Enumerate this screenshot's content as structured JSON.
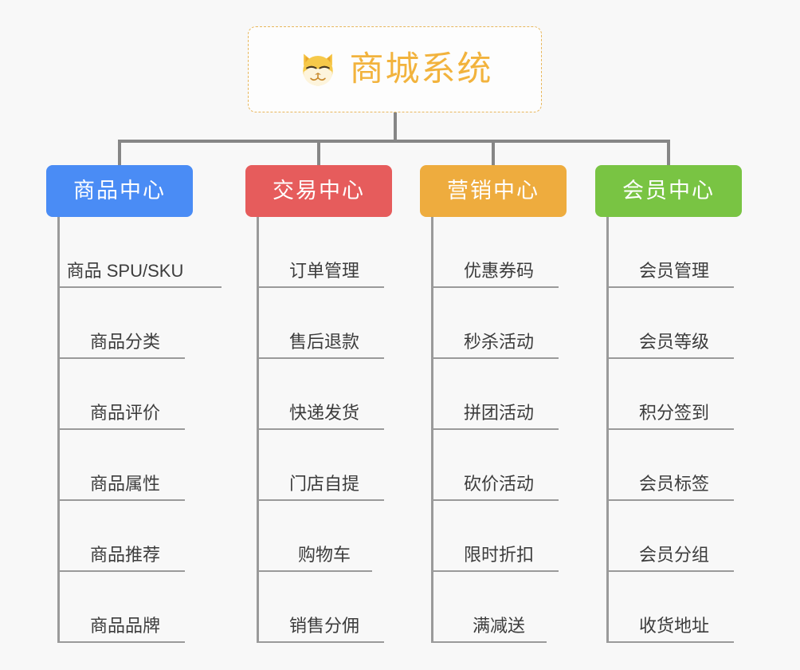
{
  "background_color": "#f8f8f8",
  "root": {
    "title": "商城系统",
    "icon": "shiba-dog-face-icon",
    "text_color": "#f2b33d",
    "border_color": "#e8b75c"
  },
  "connector_color": "#868686",
  "categories": [
    {
      "label": "商品中心",
      "color": "#4a8cf5",
      "items": [
        "商品 SPU/SKU",
        "商品分类",
        "商品评价",
        "商品属性",
        "商品推荐",
        "商品品牌"
      ]
    },
    {
      "label": "交易中心",
      "color": "#e65c5c",
      "items": [
        "订单管理",
        "售后退款",
        "快递发货",
        "门店自提",
        "购物车",
        "销售分佣"
      ]
    },
    {
      "label": "营销中心",
      "color": "#eeac3e",
      "items": [
        "优惠券码",
        "秒杀活动",
        "拼团活动",
        "砍价活动",
        "限时折扣",
        "满减送"
      ]
    },
    {
      "label": "会员中心",
      "color": "#79c443",
      "items": [
        "会员管理",
        "会员等级",
        "积分签到",
        "会员标签",
        "会员分组",
        "收货地址"
      ]
    }
  ]
}
